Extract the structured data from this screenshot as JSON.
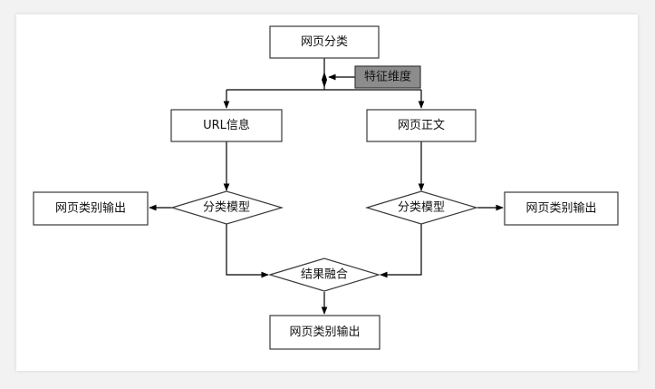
{
  "nodes": {
    "webpage_classification": "网页分类",
    "feature_dimension": "特征维度",
    "url_info": "URL信息",
    "webpage_body": "网页正文",
    "model_left": "分类模型",
    "model_right": "分类模型",
    "output_left": "网页类别输出",
    "output_right": "网页类别输出",
    "fusion": "结果融合",
    "output_final": "网页类别输出"
  },
  "colors": {
    "box_fill": "#ffffff",
    "feature_fill": "#8c8c8c",
    "stroke": "#3a3a3a",
    "background": "#f2f2f2"
  }
}
